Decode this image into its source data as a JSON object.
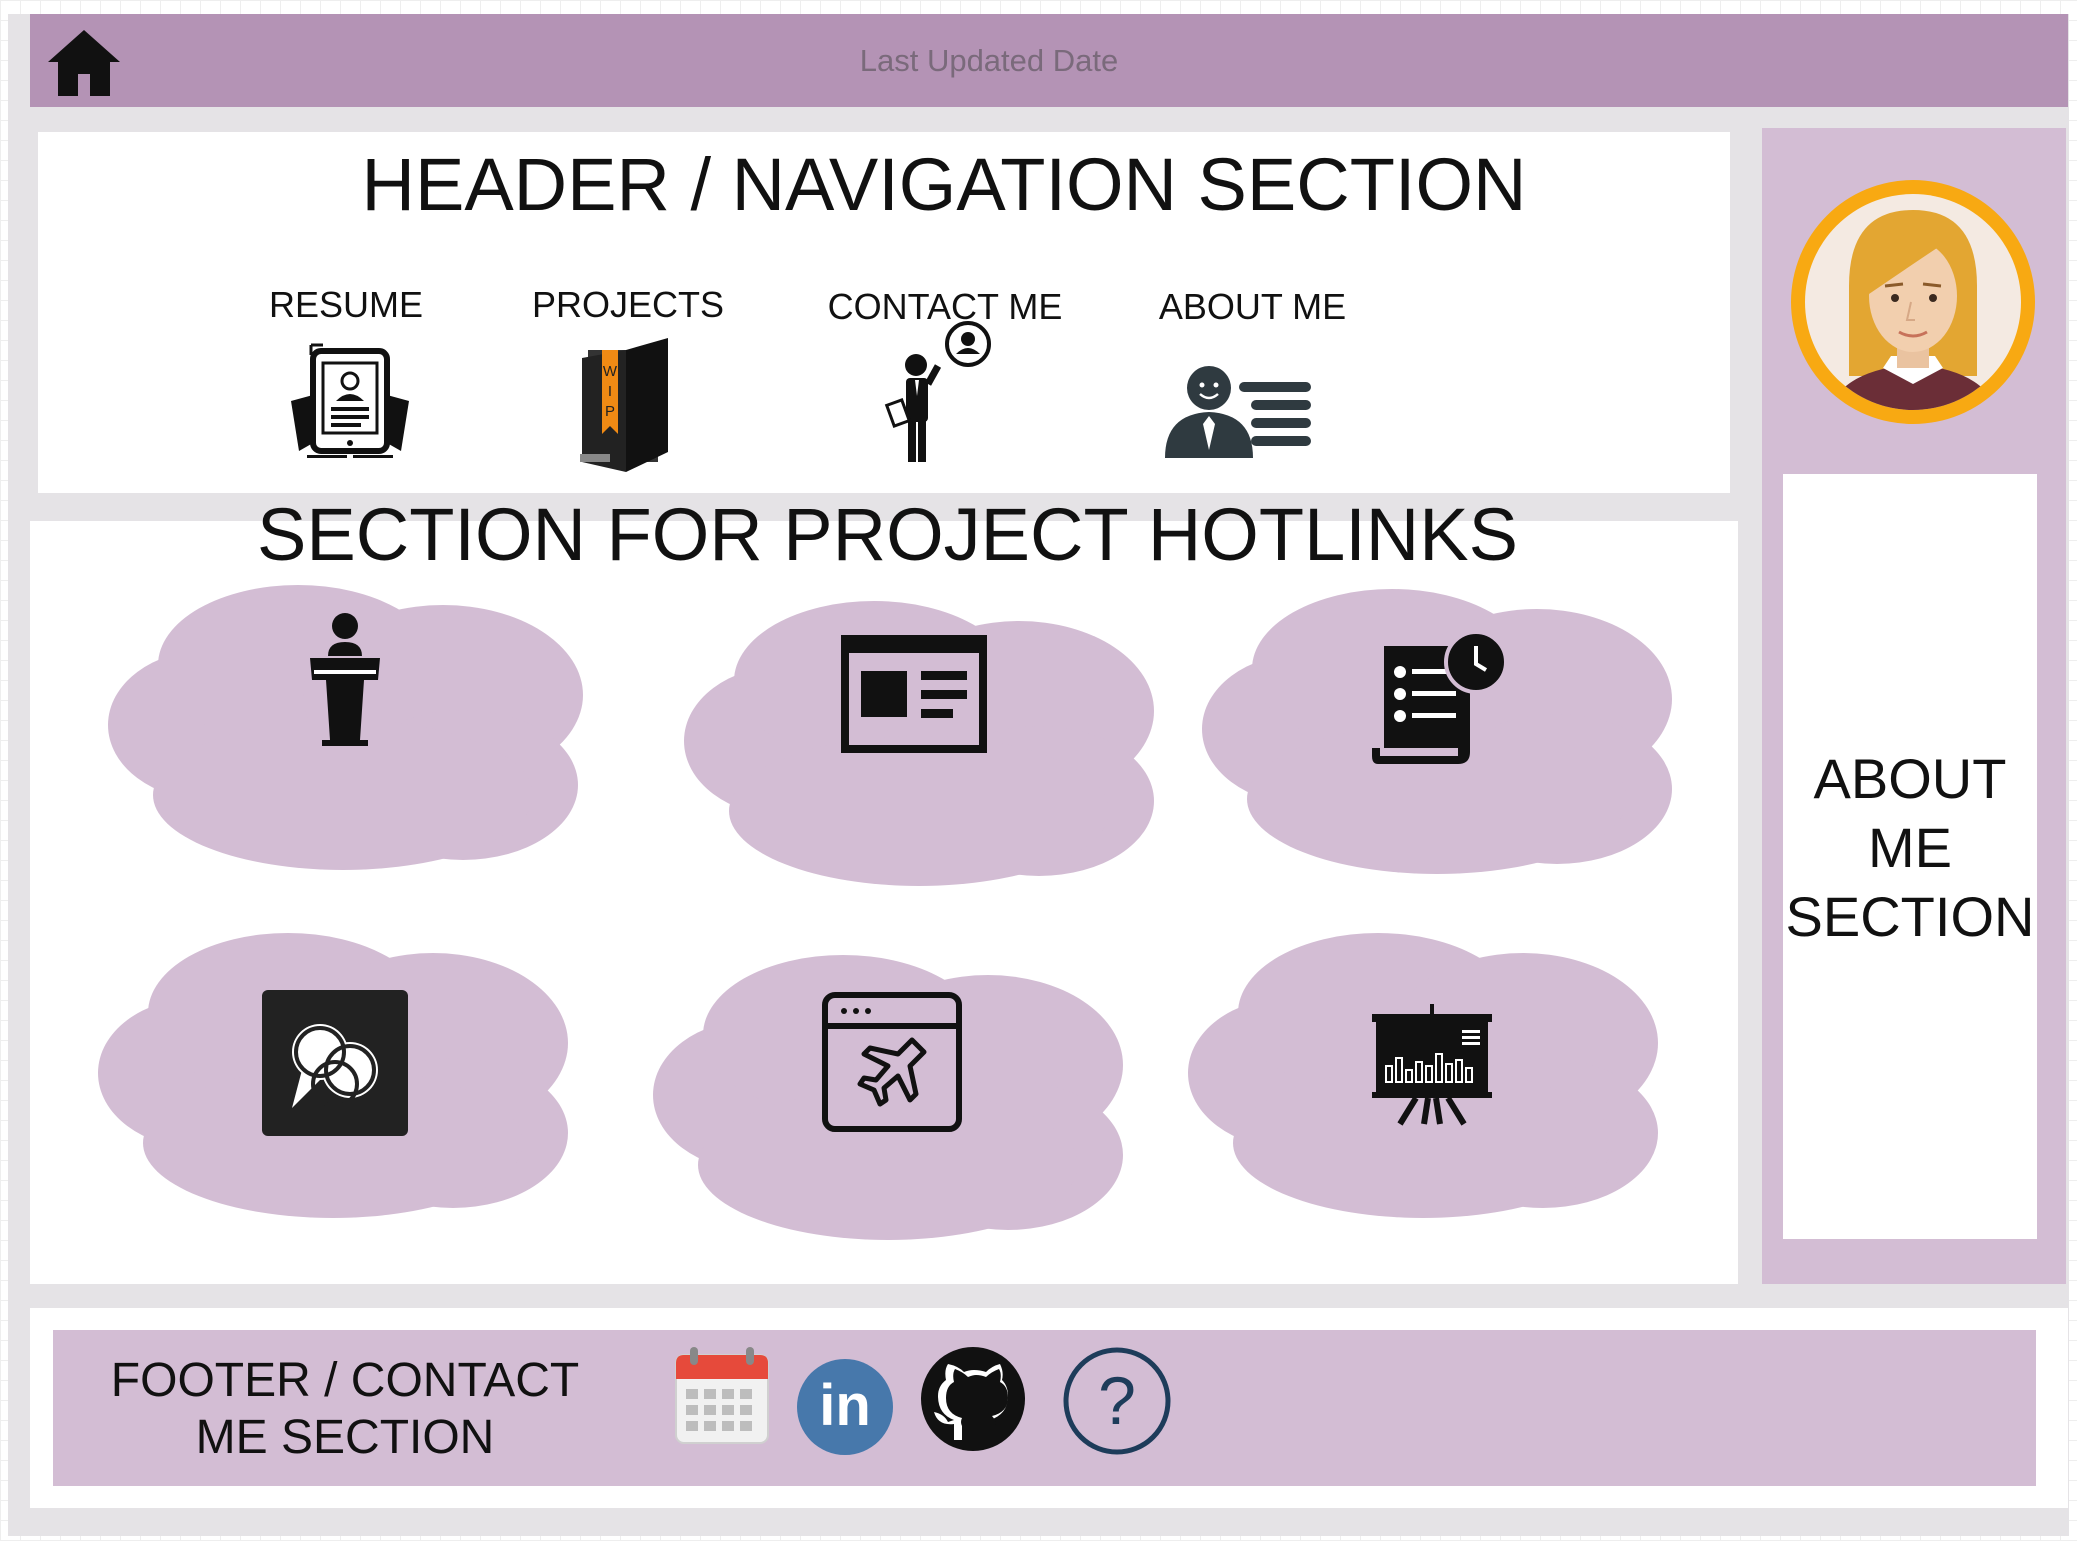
{
  "top_bar": {
    "home_icon": "home-icon",
    "last_updated": "Last Updated Date"
  },
  "header": {
    "title": "HEADER / NAVIGATION SECTION",
    "nav": [
      {
        "label": "RESUME",
        "icon": "resume-tablet-icon"
      },
      {
        "label": "PROJECTS",
        "icon": "wip-folder-icon"
      },
      {
        "label": "CONTACT ME",
        "icon": "phone-contact-icon"
      },
      {
        "label": "ABOUT ME",
        "icon": "profile-card-icon"
      }
    ]
  },
  "projects": {
    "title": "SECTION FOR PROJECT HOTLINKS",
    "hotlinks": [
      {
        "icon": "podium-speaker-icon"
      },
      {
        "icon": "news-article-icon"
      },
      {
        "icon": "checklist-clock-icon"
      },
      {
        "icon": "chat-bubbles-icon"
      },
      {
        "icon": "browser-airplane-icon"
      },
      {
        "icon": "presentation-chart-icon"
      }
    ]
  },
  "aside": {
    "avatar_icon": "user-avatar",
    "about_title": "ABOUT ME SECTION"
  },
  "footer": {
    "title": "FOOTER / CONTACT ME SECTION",
    "links": [
      {
        "icon": "calendar-icon"
      },
      {
        "icon": "linkedin-icon",
        "text": "in"
      },
      {
        "icon": "github-icon"
      },
      {
        "icon": "help-icon",
        "text": "?"
      }
    ]
  },
  "colors": {
    "topbar": "#b493b5",
    "panel": "#d3bdd4",
    "frame": "#e5e3e6",
    "cloud": "#d3bdd4"
  }
}
